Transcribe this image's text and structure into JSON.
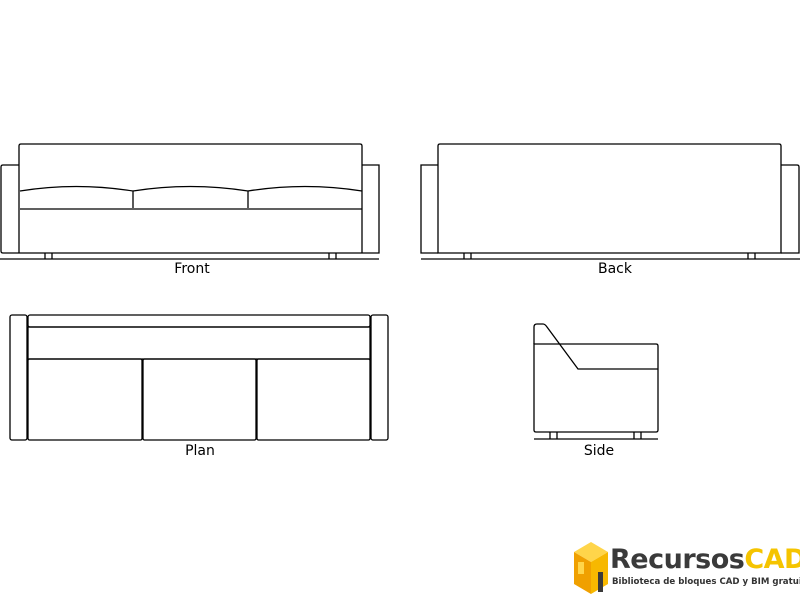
{
  "views": {
    "front": "Front",
    "back": "Back",
    "plan": "Plan",
    "side": "Side"
  },
  "logo": {
    "name_part1": "Recursos",
    "name_part2": "CAD",
    "tagline": "Biblioteca de bloques CAD y BIM gratuita",
    "colors": {
      "dark": "#3a3a3a",
      "accent": "#f5c400",
      "orange": "#f0a000"
    }
  }
}
